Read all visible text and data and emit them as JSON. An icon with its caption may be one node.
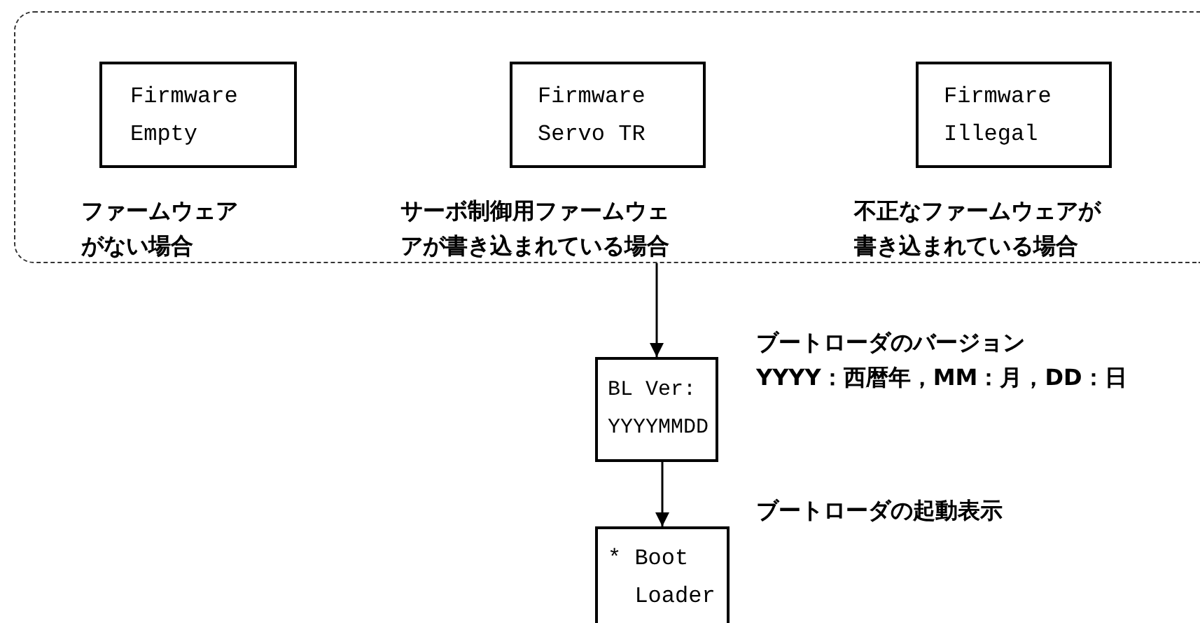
{
  "diagram": {
    "nodes": [
      {
        "text": [],
        "shape": "box"
      },
      {
        "text": [
          "Firmware Empty"
        ],
        "in": 0,
        "beside": [
          "ファームウェアがない場合"
        ]
      },
      {
        "text": [
          "Firmware Servo TR"
        ],
        "in": 0,
        "beside": [
          "サーボ制御用ファームウェアが書き込まれている場合"
        ]
      },
      {
        "text": [
          "Firmware Illegal"
        ],
        "in": 0,
        "beside": [
          "不正なファームウェアが書き込まれている場合"
        ]
      },
      {
        "text": [
          "BL Ver: YYYYMMDD"
        ],
        "beside": [
          "ブートローダのバージョン",
          "YYYY：西暦年，MM：月，DD：日"
        ]
      },
      {
        "text": [
          "* Boot Loader"
        ],
        "beside": [
          "ブートローダの起動表示"
        ]
      }
    ],
    "edges": [
      {
        "from": 0,
        "to": 4,
        "arrow": "to"
      },
      {
        "from": 4,
        "to": 5,
        "arrow": "to"
      }
    ]
  }
}
